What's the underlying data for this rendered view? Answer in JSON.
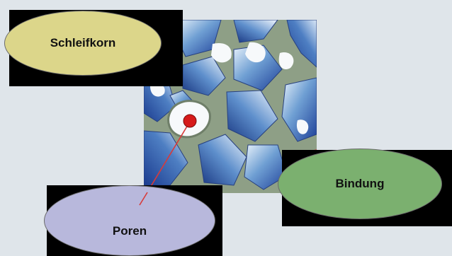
{
  "labels": {
    "grain": "Schleifkorn",
    "bond": "Bindung",
    "pores": "Poren"
  },
  "colors": {
    "background": "#dfe5ea",
    "grain_ellipse": "#dcd68a",
    "bond_ellipse": "#7bb06f",
    "pores_ellipse": "#b8b8dc",
    "bond_matrix": "#8e9f86",
    "pore_dot": "#d61a1a",
    "leader_line": "#d83a3a"
  }
}
